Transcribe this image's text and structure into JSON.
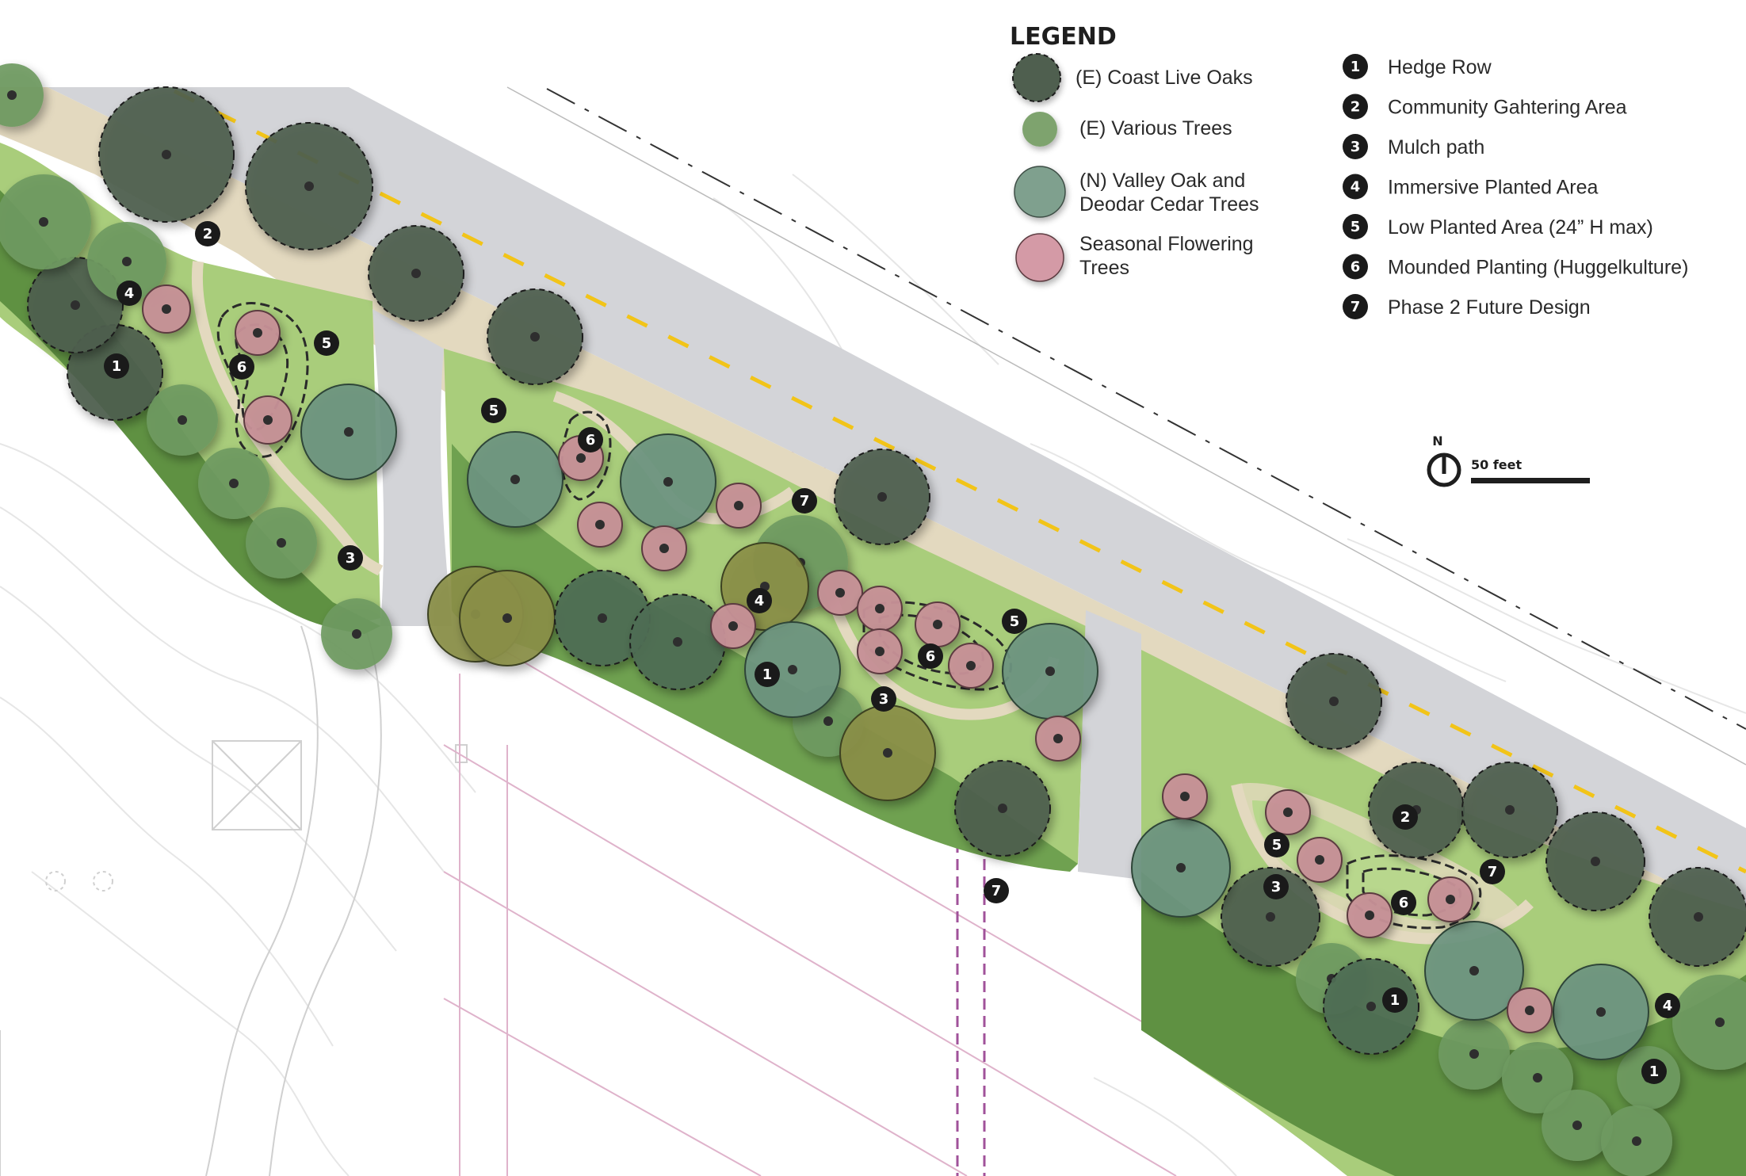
{
  "legend": {
    "title": "LEGEND",
    "tree_types": [
      {
        "id": "coast-live-oaks",
        "lines": [
          "(E) Coast Live Oaks"
        ],
        "color": "#4f5f4f",
        "outline": "dashed"
      },
      {
        "id": "various-trees",
        "lines": [
          "(E) Various Trees"
        ],
        "color": "#7ea36e",
        "outline": "none"
      },
      {
        "id": "valley-oak",
        "lines": [
          "(N) Valley Oak and",
          "Deodar Cedar Trees"
        ],
        "color": "#7fa08e",
        "outline": "solid"
      },
      {
        "id": "flowering-trees",
        "lines": [
          "Seasonal Flowering",
          "Trees"
        ],
        "color": "#d49aa6",
        "outline": "solid"
      }
    ],
    "keys": [
      {
        "num": "1",
        "label": "Hedge Row"
      },
      {
        "num": "2",
        "label": "Community Gahtering Area"
      },
      {
        "num": "3",
        "label": "Mulch path"
      },
      {
        "num": "4",
        "label": "Immersive Planted Area"
      },
      {
        "num": "5",
        "label": "Low Planted Area (24” H max)"
      },
      {
        "num": "6",
        "label": "Mounded Planting (Huggelkulture)"
      },
      {
        "num": "7",
        "label": "Phase 2 Future Design"
      }
    ]
  },
  "north_arrow": {
    "label": "N"
  },
  "scale_bar": {
    "label": "50 feet"
  },
  "colors": {
    "road": "#d3d4d8",
    "road_stripe": "#f2c418",
    "path_tan": "#e3d9bf",
    "planting_light": "#a9cd7b",
    "planting_dark": "#5f9142",
    "planting_mid": "#7fb05f",
    "oak": "#4f5f4f",
    "various": "#6f9a62",
    "valley_oak": "#6e9580",
    "flowering": "#c79097",
    "olive": "#8a8f47",
    "marker": "#1a1a1a",
    "parking_lines": "#d8a8c4",
    "phase2_lines": "#a0529a"
  },
  "map_markers": [
    {
      "num": "2"
    },
    {
      "num": "4"
    },
    {
      "num": "6"
    },
    {
      "num": "5"
    },
    {
      "num": "1"
    },
    {
      "num": "5"
    },
    {
      "num": "6"
    },
    {
      "num": "7"
    },
    {
      "num": "3"
    },
    {
      "num": "4"
    },
    {
      "num": "5"
    },
    {
      "num": "6"
    },
    {
      "num": "1"
    },
    {
      "num": "3"
    },
    {
      "num": "7"
    },
    {
      "num": "2"
    },
    {
      "num": "5"
    },
    {
      "num": "7"
    },
    {
      "num": "3"
    },
    {
      "num": "6"
    },
    {
      "num": "1"
    },
    {
      "num": "4"
    },
    {
      "num": "1"
    }
  ]
}
